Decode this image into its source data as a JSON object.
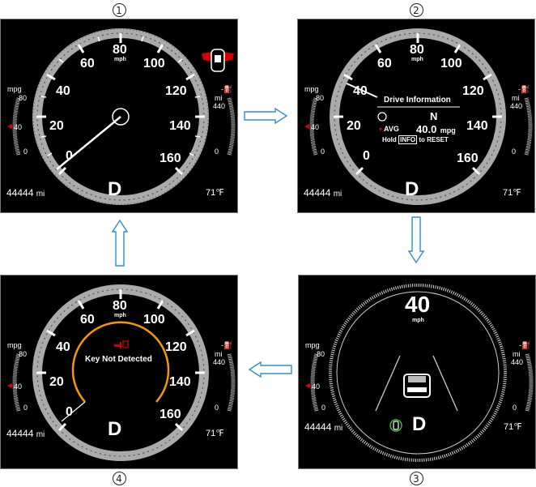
{
  "step_labels": [
    "1",
    "2",
    "3",
    "4"
  ],
  "common": {
    "speed_unit": "mph",
    "speed_ticks": [
      "0",
      "20",
      "40",
      "60",
      "80",
      "100",
      "120",
      "140",
      "160"
    ],
    "mpg_label": "mpg",
    "mpg_ticks": [
      "80",
      "40",
      "0"
    ],
    "range_unit": "mi",
    "range_ticks": [
      "440",
      "0"
    ],
    "odometer_value": "44444",
    "odometer_unit": "mi",
    "temperature": "71℉",
    "gear": "D",
    "colors": {
      "background": "#000000",
      "text": "#ffffff",
      "mpg_marker": "#e00000",
      "warning_arc": "#f39800",
      "key_icon": "#d40000",
      "assist_icon": "#3cb832",
      "arrow": "#2e8fd0"
    }
  },
  "panel1": {
    "label": "1",
    "speed_needle_value": "0",
    "icon": "door-open-icon"
  },
  "panel2": {
    "label": "2",
    "info_title": "Drive Information",
    "direction": "N",
    "avg_label": "AVG",
    "avg_value": "40.0",
    "avg_unit": "mpg",
    "hold_text": "Hold",
    "info_button": "INFO",
    "reset_text": "to RESET"
  },
  "panel3": {
    "label": "3",
    "digital_speed": "40",
    "speed_unit": "mph"
  },
  "panel4": {
    "label": "4",
    "warning_text": "Key Not Detected",
    "icon": "key-warning-icon"
  }
}
